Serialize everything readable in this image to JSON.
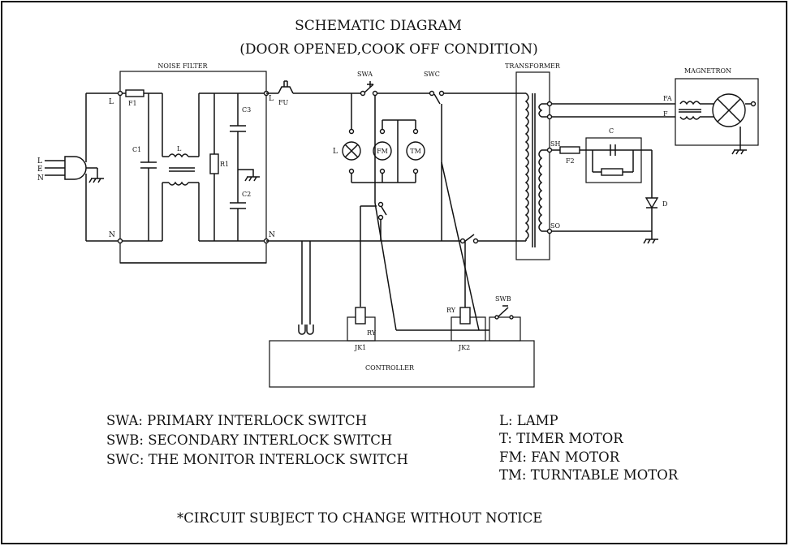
{
  "title": {
    "line1": "SCHEMATIC DIAGRAM",
    "line2": "(DOOR OPENED,COOK OFF CONDITION)"
  },
  "blocks": {
    "noise_filter": "NOISE FILTER",
    "transformer": "TRANSFORMER",
    "magnetron": "MAGNETRON",
    "controller": "CONTROLLER"
  },
  "labels": {
    "plug_l": "L",
    "plug_e": "E",
    "plug_n": "N",
    "nf_in_l": "L",
    "nf_in_n": "N",
    "nf_out_l": "L",
    "nf_out_n": "N",
    "f1": "F1",
    "c1": "C1",
    "choke_l": "L",
    "r1": "R1",
    "c3": "C3",
    "c2": "C2",
    "fu": "FU",
    "swa": "SWA",
    "swc": "SWC",
    "swb": "SWB",
    "lamp": "L",
    "fm": "FM",
    "tm": "TM",
    "ry1": "RY",
    "ry2": "RY",
    "jk1": "JK1",
    "jk2": "JK2",
    "sh": "SH",
    "so": "SO",
    "f2": "F2",
    "cap_c": "C",
    "diode_d": "D",
    "fa": "FA",
    "f": "F"
  },
  "legend_left": [
    "SWA: PRIMARY INTERLOCK SWITCH",
    "SWB: SECONDARY INTERLOCK SWITCH",
    "SWC: THE MONITOR INTERLOCK SWITCH"
  ],
  "legend_right": [
    "L: LAMP",
    "T: TIMER MOTOR",
    "FM: FAN MOTOR",
    "TM: TURNTABLE MOTOR"
  ],
  "note": "*CIRCUIT SUBJECT TO CHANGE WITHOUT NOTICE"
}
